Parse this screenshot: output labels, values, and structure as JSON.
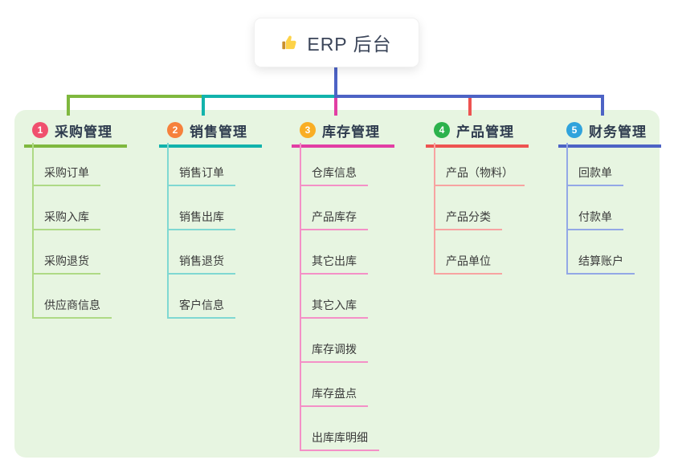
{
  "root": {
    "label": "ERP 后台",
    "icon": "thumbs-up-icon",
    "line_color": "#4d63c5"
  },
  "panel": {
    "bg": "#e7f5e1"
  },
  "branches": [
    {
      "num": "1",
      "label": "采购管理",
      "badge_color": "#f0506e",
      "line_color": "#7fb83e",
      "light_color": "#aeda85",
      "children": [
        "采购订单",
        "采购入库",
        "采购退货",
        "供应商信息"
      ]
    },
    {
      "num": "2",
      "label": "销售管理",
      "badge_color": "#f6813c",
      "line_color": "#12b3ac",
      "light_color": "#7fd8d2",
      "children": [
        "销售订单",
        "销售出库",
        "销售退货",
        "客户信息"
      ]
    },
    {
      "num": "3",
      "label": "库存管理",
      "badge_color": "#f9ae24",
      "line_color": "#e23ea4",
      "light_color": "#f490c7",
      "children": [
        "仓库信息",
        "产品库存",
        "其它出库",
        "其它入库",
        "库存调拨",
        "库存盘点",
        "出库库明细"
      ]
    },
    {
      "num": "4",
      "label": "产品管理",
      "badge_color": "#2cb24c",
      "line_color": "#ee5351",
      "light_color": "#f7a3a1",
      "children": [
        "产品（物料）",
        "产品分类",
        "产品单位"
      ]
    },
    {
      "num": "5",
      "label": "财务管理",
      "badge_color": "#30a3dc",
      "line_color": "#4d63c5",
      "light_color": "#93a8e6",
      "children": [
        "回款单",
        "付款单",
        "结算账户"
      ]
    }
  ]
}
